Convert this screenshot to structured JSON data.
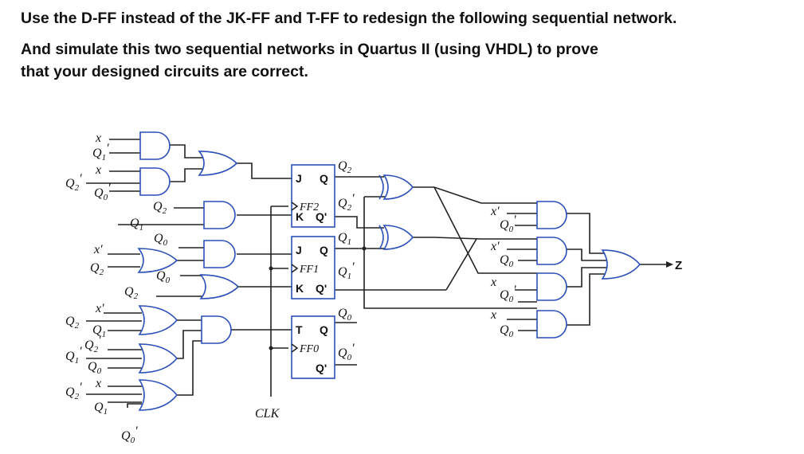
{
  "question": {
    "line1": "Use the D-FF instead of the JK-FF and T-FF to redesign the following sequential network.",
    "line2": "And simulate this two sequential networks in Quartus II (using VHDL) to prove",
    "line3": "that your designed circuits are correct."
  },
  "diagram": {
    "flipflops": [
      {
        "name": "FF2",
        "inputs": [
          "J",
          "K"
        ],
        "outputs": [
          "Q",
          "Q'"
        ],
        "q_label": "Q2",
        "qn_label": "Q'2"
      },
      {
        "name": "FF1",
        "inputs": [
          "J",
          "K"
        ],
        "outputs": [
          "Q",
          "Q'"
        ],
        "q_label": "Q1",
        "qn_label": "Q'1"
      },
      {
        "name": "FF0",
        "inputs": [
          "T"
        ],
        "outputs": [
          "Q",
          "Q'"
        ],
        "q_label": "Q0",
        "qn_label": "Q'0"
      }
    ],
    "clock_label": "CLK",
    "output_label": "Z",
    "labels": {
      "x": "x",
      "xp": "x'",
      "Q0": "Q",
      "Q1": "Q",
      "Q2": "Q",
      "sub0": "0",
      "sub1": "1",
      "sub2": "2",
      "prime": "'"
    }
  }
}
